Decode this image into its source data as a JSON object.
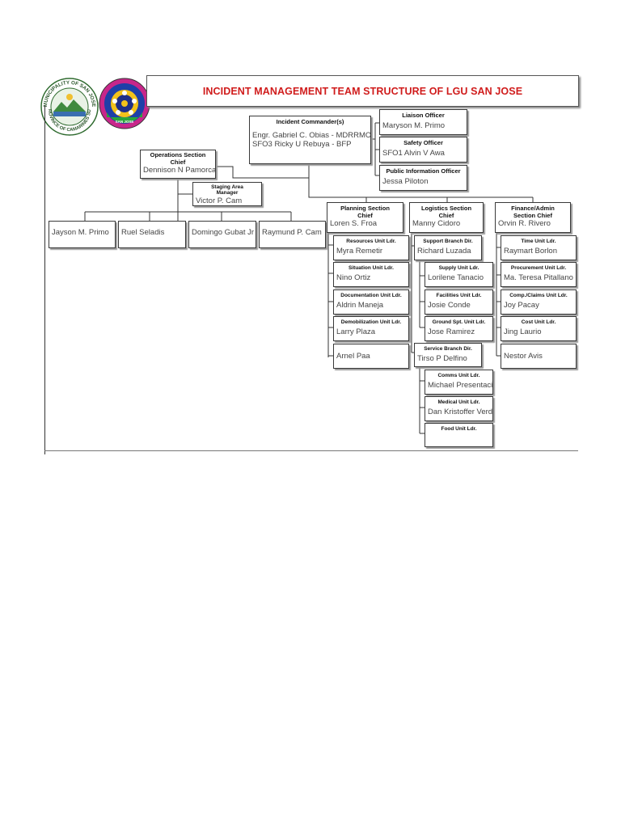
{
  "title": "INCIDENT MANAGEMENT TEAM STRUCTURE OF LGU SAN JOSE",
  "logos": {
    "municipality": {
      "top_text": "MUNICIPALITY OF SAN JOSE",
      "bottom_text": "PROVINCE OF CAMARINES SUR"
    },
    "mdrrmo": {
      "bottom_text": "SAN JOSE"
    }
  },
  "command": {
    "incident_commander": {
      "label": "Incident Commander(s)",
      "names": [
        "Engr. Gabriel C. Obias - MDRRMO",
        "SFO3 Ricky U Rebuya - BFP"
      ]
    },
    "liaison": {
      "label": "Liaison Officer",
      "name": "Maryson M. Primo"
    },
    "safety": {
      "label": "Safety Officer",
      "name": "SFO1 Alvin V Awa"
    },
    "pio": {
      "label": "Public Information Officer",
      "name": "Jessa Piloton"
    }
  },
  "operations": {
    "chief": {
      "label_lines": [
        "Operations Section",
        "Chief"
      ],
      "name": "Dennison N Pamorca"
    },
    "staging": {
      "label_lines": [
        "Staging Area",
        "Manager"
      ],
      "name": "Victor P. Cam"
    },
    "members": [
      "Jayson M. Primo",
      "Ruel Seladis",
      "Domingo Gubat Jr",
      "Raymund P. Cam"
    ]
  },
  "planning": {
    "chief": {
      "label_lines": [
        "Planning Section",
        "Chief"
      ],
      "name": "Loren S. Froa"
    },
    "units": [
      {
        "label": "Resources Unit Ldr.",
        "name": "Myra Remetir"
      },
      {
        "label": "Situation Unit Ldr.",
        "name": "Nino Ortiz"
      },
      {
        "label": "Documentation Unit Ldr.",
        "name": "Aldrin Maneja"
      },
      {
        "label": "Demobilization Unit Ldr.",
        "name": "Larry Plaza"
      },
      {
        "label": "",
        "name": "Arnel Paa"
      }
    ]
  },
  "logistics": {
    "chief": {
      "label_lines": [
        "Logistics Section",
        "Chief"
      ],
      "name": "Manny Cidoro"
    },
    "support_branch": {
      "label": "Support Branch Dir.",
      "name": "Richard Luzada"
    },
    "support_units": [
      {
        "label": "Supply Unit Ldr.",
        "name": "Lorilene Tanacio"
      },
      {
        "label": "Facilities Unit Ldr.",
        "name": "Josie Conde"
      },
      {
        "label": "Ground Spt. Unit Ldr.",
        "name": "Jose Ramirez"
      }
    ],
    "service_branch": {
      "label": "Service Branch Dir.",
      "name": "Tirso P Delfino"
    },
    "service_units": [
      {
        "label": "Comms Unit Ldr.",
        "name": "Michael Presentacio"
      },
      {
        "label": "Medical Unit Ldr.",
        "name": "Dan Kristoffer Verdi"
      },
      {
        "label": "Food Unit Ldr.",
        "name": ""
      }
    ]
  },
  "finance": {
    "chief": {
      "label_lines": [
        "Finance/Admin",
        "Section Chief"
      ],
      "name": "Orvin R. Rivero"
    },
    "units": [
      {
        "label": "Time Unit Ldr.",
        "name": "Raymart Borlon"
      },
      {
        "label": "Procurement Unit Ldr.",
        "name": "Ma. Teresa Pitallano"
      },
      {
        "label": "Comp./Claims Unit Ldr.",
        "name": "Joy Pacay"
      },
      {
        "label": "Cost Unit Ldr.",
        "name": "Jing Laurio"
      },
      {
        "label": "",
        "name": "Nestor Avis"
      }
    ]
  }
}
